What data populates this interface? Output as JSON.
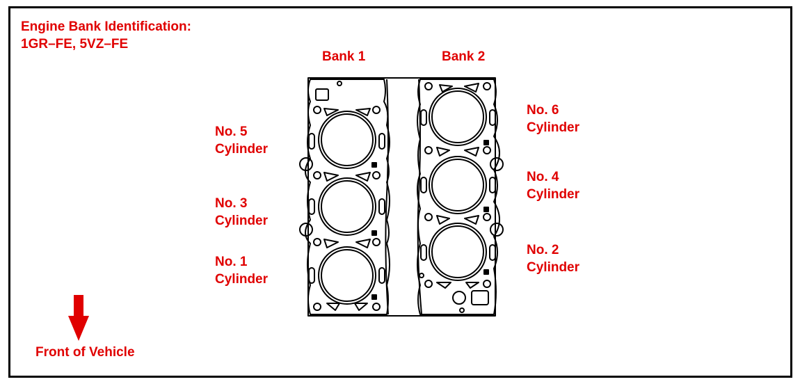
{
  "title": {
    "line1": "Engine Bank Identification:",
    "line2": "1GR–FE, 5VZ–FE"
  },
  "banks": {
    "bank1": "Bank 1",
    "bank2": "Bank 2"
  },
  "cylinders": {
    "no5": {
      "line1": "No. 5",
      "line2": "Cylinder"
    },
    "no3": {
      "line1": "No. 3",
      "line2": "Cylinder"
    },
    "no1": {
      "line1": "No. 1",
      "line2": "Cylinder"
    },
    "no6": {
      "line1": "No. 6",
      "line2": "Cylinder"
    },
    "no4": {
      "line1": "No. 4",
      "line2": "Cylinder"
    },
    "no2": {
      "line1": "No. 2",
      "line2": "Cylinder"
    }
  },
  "front": {
    "label": "Front of Vehicle",
    "arrow_color": "#e00000"
  },
  "colors": {
    "label_red": "#e00000",
    "line_black": "#000000"
  }
}
